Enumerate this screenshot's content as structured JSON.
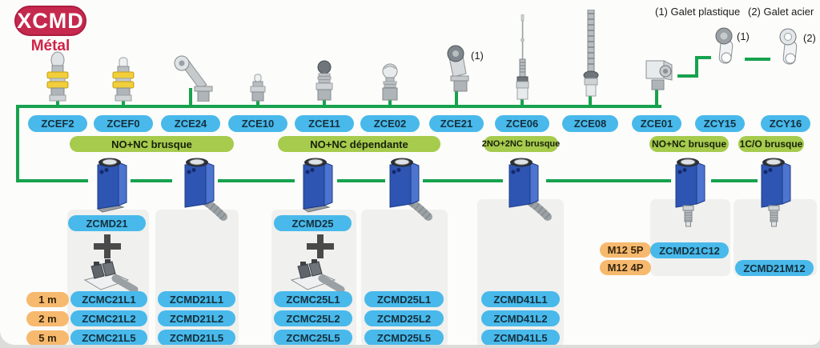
{
  "title_badge": "XCMD",
  "title_sub": "Métal",
  "legend": {
    "plastic": "(1) Galet plastique",
    "steel": "(2) Galet acier",
    "tag1": "(1)",
    "tag2": "(2)",
    "head_tag": "(1)"
  },
  "heads": [
    {
      "code": "ZCEF2"
    },
    {
      "code": "ZCEF0"
    },
    {
      "code": "ZCE24"
    },
    {
      "code": "ZCE10"
    },
    {
      "code": "ZCE11"
    },
    {
      "code": "ZCE02"
    },
    {
      "code": "ZCE21"
    },
    {
      "code": "ZCE06"
    },
    {
      "code": "ZCE08"
    },
    {
      "code": "ZCE01"
    },
    {
      "code": "ZCY15"
    },
    {
      "code": "ZCY16"
    }
  ],
  "contact_types": [
    "NO+NC brusque",
    "NO+NC dépendante",
    "2NO+2NC brusque",
    "NO+NC brusque",
    "1C/O brusque"
  ],
  "bodies": {
    "zcmd21": "ZCMD21",
    "zcmd25": "ZCMD25"
  },
  "cable_lengths": [
    "1 m",
    "2 m",
    "5 m"
  ],
  "connector_sizes": [
    "M12 5P",
    "M12 4P"
  ],
  "reference_columns": [
    {
      "refs": [
        "ZCMC21L1",
        "ZCMC21L2",
        "ZCMC21L5"
      ]
    },
    {
      "refs": [
        "ZCMD21L1",
        "ZCMD21L2",
        "ZCMD21L5"
      ]
    },
    {
      "refs": [
        "ZCMC25L1",
        "ZCMC25L2",
        "ZCMC25L5"
      ]
    },
    {
      "refs": [
        "ZCMD25L1",
        "ZCMD25L2",
        "ZCMD25L5"
      ]
    },
    {
      "refs": [
        "ZCMD41L1",
        "ZCMD41L2",
        "ZCMD41L5"
      ]
    }
  ],
  "connector_refs": [
    "ZCMD21C12",
    "ZCMD21M12"
  ],
  "colors": {
    "badge": "#c5294d",
    "blue_pill": "#48b9ea",
    "green_bar": "#a6cb4d",
    "orange_pill": "#f6b96e",
    "line_green": "#17a24e",
    "body_blue": "#2e55b2"
  }
}
